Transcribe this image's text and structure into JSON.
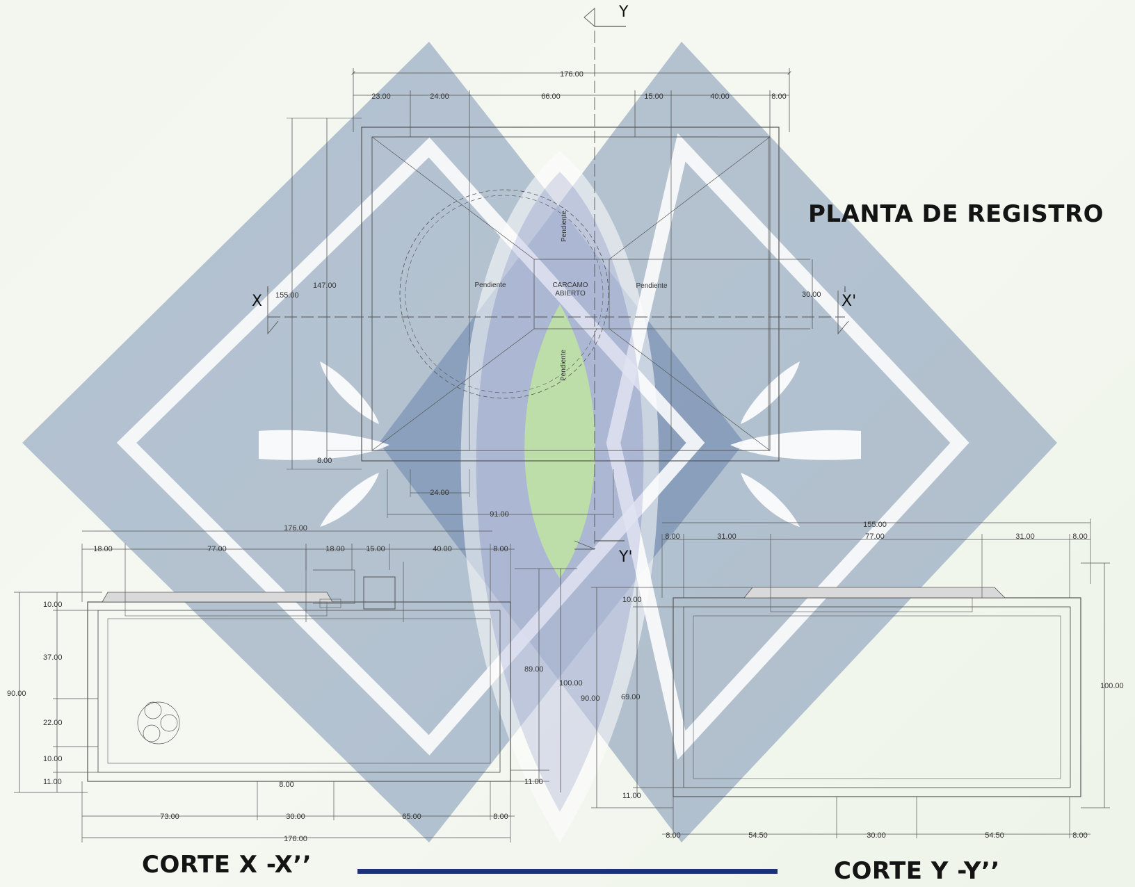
{
  "titles": {
    "plan": "PLANTA DE REGISTRO",
    "section_x": "CORTE X -X’’",
    "section_y": "CORTE Y -Y’’"
  },
  "axes": {
    "y_top": "Y",
    "y_bottom": "Y'",
    "x_left": "X",
    "x_right": "X'"
  },
  "plan": {
    "overall_width": "176.00",
    "top_segments": [
      "23.00",
      "24.00",
      "66.00",
      "15.00",
      "40.00",
      "8.00"
    ],
    "left_outer": "155.00",
    "left_inner": "147.00",
    "right_dim": "30.00",
    "bottom_wall": "8.00",
    "bottom_24": "24.00",
    "bottom_91": "91.00",
    "sump_label_1": "CARCAMO",
    "sump_label_2": "ABIERTO",
    "slope_label": "Pendiente"
  },
  "section_x": {
    "overall_top": "176.00",
    "top_segments": [
      "18.00",
      "77.00",
      "18.00",
      "15.00",
      "40.00",
      "8.00"
    ],
    "left_stack": [
      "10.00",
      "37.00",
      "22.00",
      "10.00",
      "11.00"
    ],
    "left_total": "90.00",
    "right_dims": [
      "89.00",
      "100.00",
      "11.00"
    ],
    "bottom_segments": [
      "73.00",
      "30.00",
      "65.00",
      "8.00"
    ],
    "bottom_mid": "8.00",
    "overall_bottom": "176.00"
  },
  "section_y": {
    "overall_top": "155.00",
    "top_segments": [
      "8.00",
      "31.00",
      "77.00",
      "31.00",
      "8.00"
    ],
    "left_dims": [
      "10.00",
      "90.00",
      "69.00",
      "11.00"
    ],
    "right_total": "100.00",
    "bottom_segments": [
      "8.00",
      "54.50",
      "30.00",
      "54.50",
      "8.00"
    ]
  },
  "colors": {
    "logo_diamond": "#4a6a9c",
    "logo_fill": "#b7bfd8",
    "leaf": "#bfe2a4",
    "underline": "#1c3277",
    "line": "#555555"
  }
}
